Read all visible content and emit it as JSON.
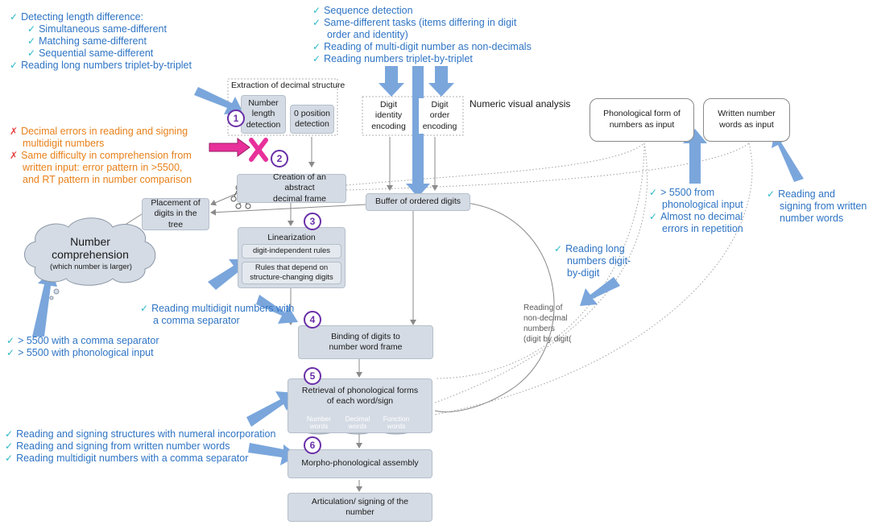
{
  "notes": {
    "top_left": {
      "header": "Detecting length difference:",
      "sub": [
        "Simultaneous same-different",
        "Matching same-different",
        "Sequential same-different"
      ],
      "last": "Reading long numbers triplet-by-triplet"
    },
    "top_center": [
      "Sequence detection",
      "Same-different tasks (items differing in digit",
      "order and identity)",
      "Reading of multi-digit number as non-decimals",
      "Reading numbers triplet-by-triplet"
    ],
    "deficits": [
      "Decimal errors in reading and signing",
      "multidigit numbers",
      "Same difficulty in comprehension from",
      "written input: error pattern in >5500,",
      "and RT pattern in number comparison"
    ],
    "phon_input": [
      "> 5500 from",
      "phonological input",
      "Almost no decimal",
      "errors in repetition"
    ],
    "written_words": [
      "Reading and",
      "signing from written",
      "number words"
    ],
    "digit_by_digit": [
      "Reading long",
      "numbers digit-",
      "by-digit"
    ],
    "comma": [
      "Reading multidigit numbers with",
      "a comma separator"
    ],
    "comprehension": [
      "> 5500 with a comma separator",
      "> 5500 with phonological input"
    ],
    "bottom_left": [
      "Reading and signing structures with numeral incorporation",
      "Reading and signing from written number words",
      "Reading multidigit numbers with a comma separator"
    ]
  },
  "boxes": {
    "extraction_title": "Extraction of decimal structure",
    "number_length": "Number\nlength\ndetection",
    "zero_position": "0 position\ndetection",
    "numeric_visual": "Numeric visual analysis",
    "digit_identity": "Digit\nidentity\nencoding",
    "digit_order": "Digit\norder\nencoding",
    "phon_form_input": "Phonological form of\nnumbers as input",
    "written_words_input": "Written number\nwords as input",
    "abstract_frame": "Creation of an abstract\ndecimal frame",
    "buffer": "Buffer of ordered digits",
    "placement": "Placement of\ndigits in the tree",
    "comprehension_title": "Number\ncomprehension",
    "comprehension_sub": "(which number is larger)",
    "linearization": "Linearization",
    "digit_independent": "digit-independent rules",
    "structure_changing": "Rules that depend on\nstructure-changing digits",
    "binding": "Binding of digits to\nnumber word frame",
    "retrieval": "Retrieval of phonological forms\nof each word/sign",
    "number_words": "Number\nwords",
    "decimal_words": "Decimal\nwords",
    "function_words": "Function\nwords",
    "morpho": "Morpho-phonological assembly",
    "articulation": "Articulation/ signing of the\nnumber",
    "non_decimal": "Reading of\nnon-decimal\nnumbers\n(digit by digit("
  },
  "step_numbers": [
    "1",
    "2",
    "3",
    "4",
    "5",
    "6"
  ],
  "icons": {
    "check": "✓",
    "cross": "✗"
  },
  "colors": {
    "note_blue": "#2e74c4",
    "check_teal": "#2bb8c6",
    "deficit_orange": "#e8801a",
    "cross_red": "#e84040",
    "step_purple": "#6a2fa8",
    "big_arrow": "#7aa6dc",
    "box_fill": "#d4dbe4",
    "block_magenta": "#e8309a"
  }
}
